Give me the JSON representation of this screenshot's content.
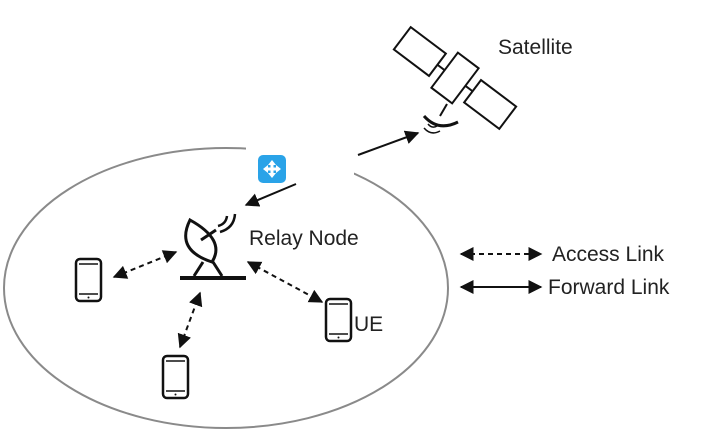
{
  "labels": {
    "satellite": "Satellite",
    "relay_node": "Relay Node",
    "ue": "UE"
  },
  "legend": {
    "access": "Access Link",
    "forward": "Forward Link"
  },
  "icons": {
    "satellite": "satellite-icon",
    "relay_dish": "satellite-dish-icon",
    "phone": "mobile-phone-icon",
    "move_handle": "move-arrows-icon"
  },
  "colors": {
    "line": "#111111",
    "ellipse": "#8a8a8a",
    "handle": "#2aa3e8"
  }
}
